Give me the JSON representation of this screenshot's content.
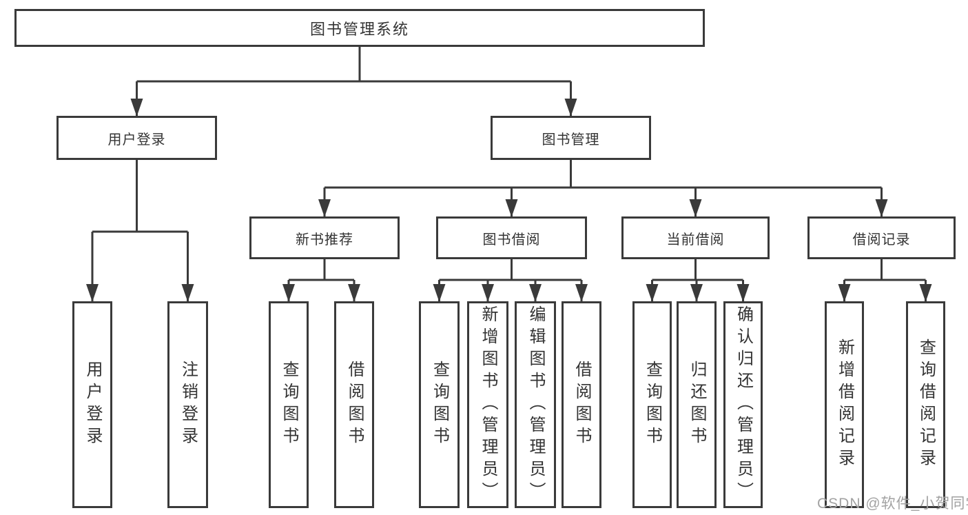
{
  "diagram": {
    "root": "图书管理系统",
    "branches": [
      {
        "label": "用户登录",
        "children": [
          {
            "label": "用户登录"
          },
          {
            "label": "注销登录"
          }
        ]
      },
      {
        "label": "图书管理",
        "children": [
          {
            "label": "新书推荐",
            "children": [
              {
                "label": "查询图书"
              },
              {
                "label": "借阅图书"
              }
            ]
          },
          {
            "label": "图书借阅",
            "children": [
              {
                "label": "查询图书"
              },
              {
                "label": "新增图书（管理员）"
              },
              {
                "label": "编辑图书（管理员）"
              },
              {
                "label": "借阅图书"
              }
            ]
          },
          {
            "label": "当前借阅",
            "children": [
              {
                "label": "查询图书"
              },
              {
                "label": "归还图书"
              },
              {
                "label": "确认归还（管理员）"
              }
            ]
          },
          {
            "label": "借阅记录",
            "children": [
              {
                "label": "新增借阅记录"
              },
              {
                "label": "查询借阅记录"
              }
            ]
          }
        ]
      }
    ]
  },
  "watermark": {
    "text": "CSDN @软件_小贺同学"
  },
  "colors": {
    "line": "#3a3a3a",
    "box_border": "#3a3a3a",
    "text": "#333333",
    "watermark": "#a2a2a2",
    "background": "#ffffff"
  }
}
